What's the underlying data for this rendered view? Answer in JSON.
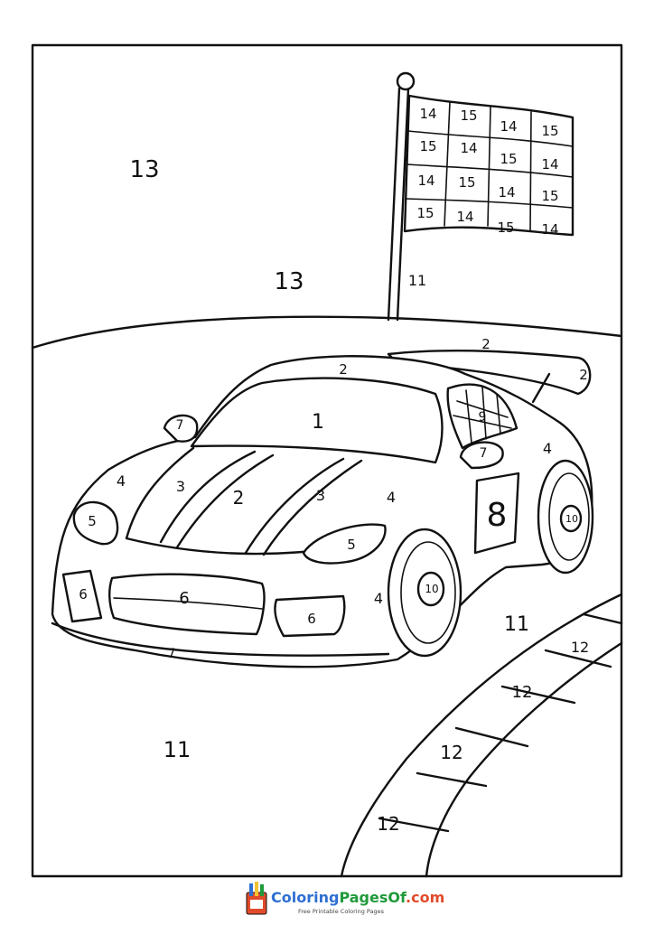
{
  "brand": {
    "part1": "Coloring",
    "part2": "PagesOf",
    "part3": ".com",
    "tagline": "Free Printable Coloring Pages",
    "colors": {
      "part1": "#2e6fd1",
      "part2": "#1f9a3a",
      "part3": "#e14b2b"
    }
  },
  "sky": {
    "number_a": "13",
    "number_b": "13"
  },
  "flag": {
    "pole_number": "11",
    "grid": [
      [
        "14",
        "15",
        "14",
        "15"
      ],
      [
        "15",
        "14",
        "15",
        "14"
      ],
      [
        "14",
        "15",
        "14",
        "15"
      ],
      [
        "15",
        "14",
        "15",
        "14"
      ]
    ]
  },
  "car": {
    "windshield": "1",
    "roof": "2",
    "spoiler_top": "2",
    "spoiler_end": "2",
    "hood_center": "2",
    "hood_left_stripe": "3",
    "hood_right_stripe": "3",
    "fender_left": "4",
    "fender_right": "4",
    "rear_quarter": "4",
    "side_panel": "4",
    "headlight_left": "5",
    "headlight_right": "5",
    "grille": "6",
    "fog_left": "6",
    "fog_right": "6",
    "mirror_left": "7",
    "mirror_right": "7",
    "splitter": "7",
    "door_number": "8",
    "cockpit_window": "9",
    "front_wheel": "10",
    "rear_wheel": "10"
  },
  "ground": {
    "left_number": "11",
    "right_number": "11"
  },
  "curb": {
    "numbers": [
      "12",
      "12",
      "12",
      "12"
    ]
  }
}
